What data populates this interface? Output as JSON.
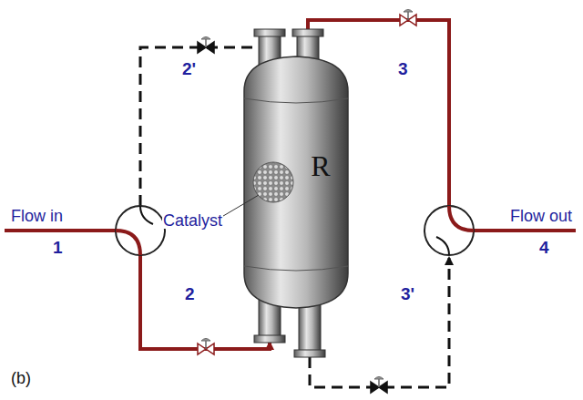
{
  "diagram": {
    "nodes": [
      {
        "text": [
          "R"
        ]
      }
    ],
    "labels": [
      "Flow in",
      "1",
      "2'",
      "2",
      "Catalyst",
      "3",
      "3'",
      "Flow out",
      "4",
      "(b)"
    ]
  }
}
